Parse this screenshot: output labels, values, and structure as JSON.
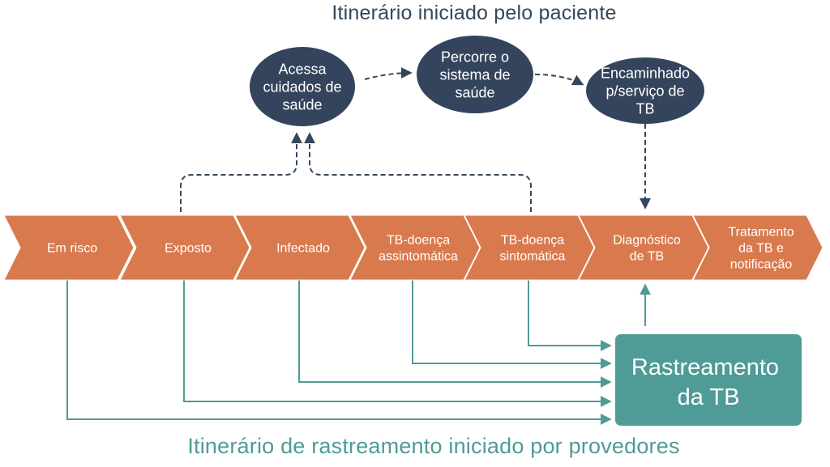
{
  "titles": {
    "top": "Itinerário iniciado pelo paciente",
    "bottom": "Itinerário de rastreamento iniciado por provedores"
  },
  "colors": {
    "navy": "#34445c",
    "orange": "#d97a4e",
    "teal": "#4f9b95",
    "connector": "#33475b"
  },
  "patient_nodes": [
    {
      "id": "acessa",
      "lines": [
        "Acessa",
        "cuidados de",
        "saúde"
      ]
    },
    {
      "id": "percorre",
      "lines": [
        "Percorre o",
        "sistema de",
        "saúde"
      ]
    },
    {
      "id": "encaminhado",
      "lines": [
        "Encaminhado",
        "p/serviço de",
        "TB"
      ]
    }
  ],
  "stages": [
    {
      "id": "em-risco",
      "lines": [
        "Em risco"
      ]
    },
    {
      "id": "exposto",
      "lines": [
        "Exposto"
      ]
    },
    {
      "id": "infectado",
      "lines": [
        "Infectado"
      ]
    },
    {
      "id": "tb-assintomatica",
      "lines": [
        "TB-doença",
        "assintomática"
      ]
    },
    {
      "id": "tb-sintomatica",
      "lines": [
        "TB-doença",
        "sintomática"
      ]
    },
    {
      "id": "diagnostico",
      "lines": [
        "Diagnóstico",
        "de TB"
      ]
    },
    {
      "id": "tratamento",
      "lines": [
        "Tratamento",
        "da TB e",
        "notificação"
      ]
    }
  ],
  "screening_box": {
    "lines": [
      "Rastreamento",
      "da TB"
    ]
  }
}
